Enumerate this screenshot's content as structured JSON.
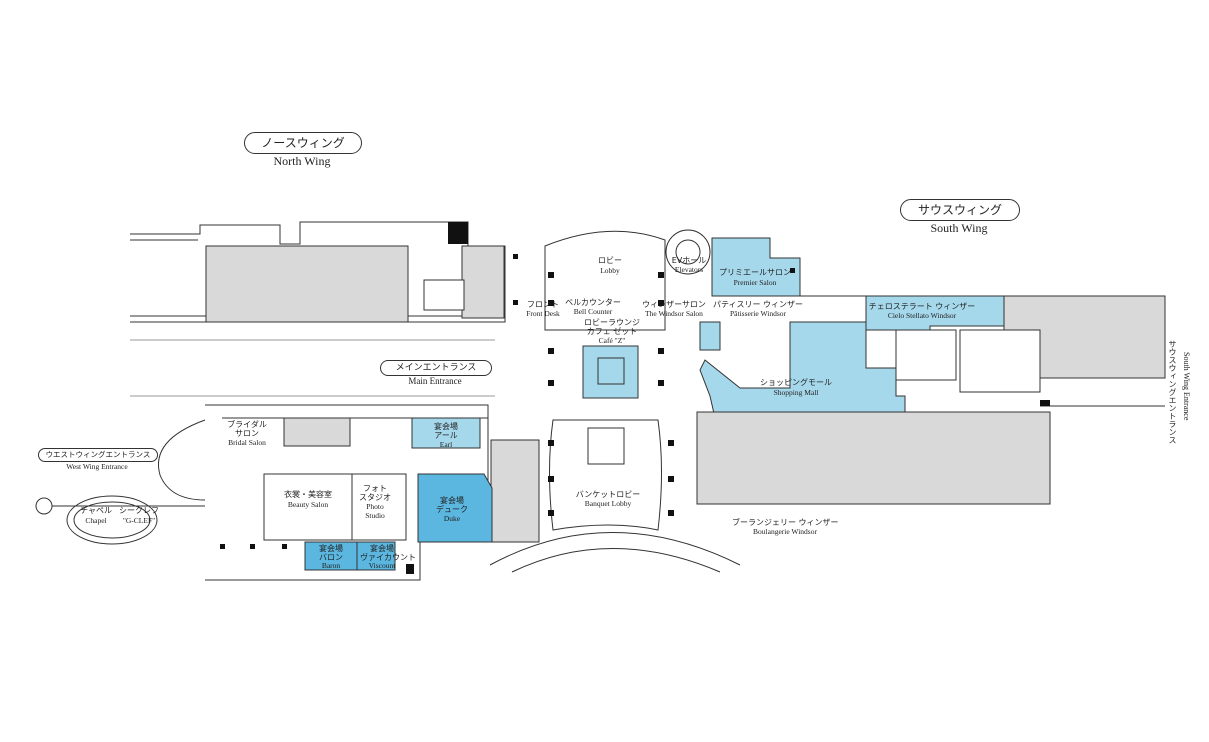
{
  "wings": {
    "north": {
      "jp": "ノースウィング",
      "en": "North Wing"
    },
    "south": {
      "jp": "サウスウィング",
      "en": "South Wing"
    }
  },
  "entrances": {
    "main": {
      "jp": "メインエントランス",
      "en": "Main Entrance"
    },
    "west": {
      "jp": "ウエストウィングエントランス",
      "en": "West Wing Entrance"
    },
    "south": {
      "jp": "サウスウィングエントランス",
      "en": "South Wing Entrance"
    }
  },
  "rooms": {
    "lobby": {
      "jp": "ロビー",
      "en": "Lobby"
    },
    "ev_hall": {
      "jp": "EVホール",
      "en": "Elevators"
    },
    "premier_salon": {
      "jp": "プリミエールサロン",
      "en": "Premier Salon"
    },
    "front": {
      "jp": "フロント",
      "en": "Front Desk"
    },
    "bell": {
      "jp": "ベルカウンター",
      "en": "Bell Counter"
    },
    "windsor_salon": {
      "jp": "ウィンザーサロン",
      "en": "The Windsor Salon"
    },
    "patisserie": {
      "jp": "パティスリー ウィンザー",
      "en": "Pâtisserie Windsor"
    },
    "cielo": {
      "jp": "チェロステラート ウィンザー",
      "en": "Cielo Stellato Windsor"
    },
    "cafe_jp1": "ロビーラウンジ",
    "cafe_jp2": "カフェ ゼット",
    "cafe_en": "Café \"Z\"",
    "shopping": {
      "jp": "ショッピングモール",
      "en": "Shopping Mall"
    },
    "bridal_jp1": "ブライダル",
    "bridal_jp2": "サロン",
    "bridal_en": "Bridal Salon",
    "earl_jp1": "宴会場",
    "earl_jp2": "アール",
    "earl_en": "Earl",
    "beauty": {
      "jp": "衣裳・美容室",
      "en": "Beauty Salon"
    },
    "photo_jp1": "フォト",
    "photo_jp2": "スタジオ",
    "photo_en1": "Photo",
    "photo_en2": "Studio",
    "duke_jp1": "宴会場",
    "duke_jp2": "デューク",
    "duke_en": "Duke",
    "banquet_lobby": {
      "jp": "バンケットロビー",
      "en": "Banquet Lobby"
    },
    "boulangerie": {
      "jp": "ブーランジェリー ウィンザー",
      "en": "Boulangerie Windsor"
    },
    "baron_jp1": "宴会場",
    "baron_jp2": "バロン",
    "baron_en": "Baron",
    "viscount_jp1": "宴会場",
    "viscount_jp2": "ヴァイカウント",
    "viscount_en": "Viscount",
    "chapel": {
      "jp": "チャペル",
      "en": "Chapel"
    },
    "gclef": {
      "jp": "シークレフ",
      "en": "\"G-CLEF\""
    }
  },
  "colors": {
    "highlight": "#a6d8ec",
    "highlight_strong": "#5bb7df",
    "building": "#d9d9d9",
    "line": "#333333",
    "wall": "#111111"
  }
}
